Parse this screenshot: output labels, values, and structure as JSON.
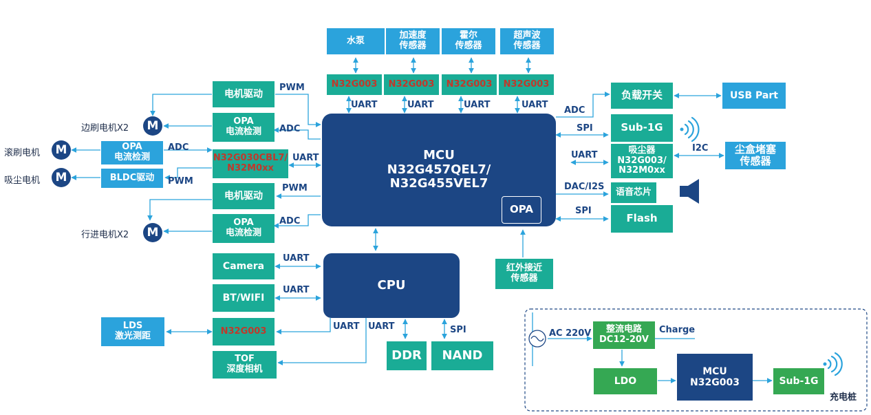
{
  "colors": {
    "sky": "#2ba3dc",
    "teal": "#1aac96",
    "green": "#35a853",
    "navy": "#1c4684",
    "line": "#2ba3dc",
    "chip_text": "#c0392b"
  },
  "sensors": {
    "pump": "水泵",
    "accel_1": "加速度",
    "accel_2": "传感器",
    "hall_1": "霍尔",
    "hall_2": "传感器",
    "ultra_1": "超声波",
    "ultra_2": "传感器"
  },
  "chips": {
    "n1": "N32G003",
    "n2": "N32G003",
    "n3": "N32G003",
    "n4": "N32G003",
    "dual_1": "N32G030CBL7/",
    "dual_2": "N32M0xx",
    "lds": "N32G003"
  },
  "labels": {
    "uart1": "UART",
    "uart2": "UART",
    "uart3": "UART",
    "uart4": "UART",
    "pwm1": "PWM",
    "adc1": "ADC",
    "uart_mid": "UART",
    "pwm_bldc": "PWM",
    "adc_roll": "ADC",
    "pwm2": "PWM",
    "adc2": "ADC",
    "adc_r": "ADC",
    "spi_r": "SPI",
    "uart_r": "UART",
    "dac": "DAC/I2S",
    "spi_flash": "SPI",
    "i2c": "I2C",
    "uart_cam": "UART",
    "uart_bt": "UART",
    "uart_cpu_a": "UART",
    "uart_cpu_b": "UART",
    "spi_nand": "SPI"
  },
  "left": {
    "motor_drive_1": "电机驱动",
    "opa1_1": "OPA",
    "opa1_2": "电流检测",
    "opa_roll_1": "OPA",
    "opa_roll_2": "电流检测",
    "bldc": "BLDC驱动",
    "motor_drive_2": "电机驱动",
    "opa2_1": "OPA",
    "opa2_2": "电流检测"
  },
  "motors": {
    "side_label": "边刷电机X2",
    "roll_label": "滚刷电机",
    "vac_label": "吸尘电机",
    "travel_label": "行进电机X2",
    "symbol": "M"
  },
  "mcu": {
    "title": "MCU",
    "line1": "N32G457QEL7/",
    "line2": "N32G455VEL7",
    "opa": "OPA"
  },
  "right": {
    "load_switch": "负载开关",
    "usb": "USB Part",
    "sub1g": "Sub-1G",
    "vac_1": "吸尘器",
    "vac_2": "N32G003/",
    "vac_3": "N32M0xx",
    "dust_1": "尘盒堵塞",
    "dust_2": "传感器",
    "voice": "语音芯片",
    "flash": "Flash"
  },
  "lower": {
    "camera": "Camera",
    "btwifi": "BT/WIFI",
    "cpu": "CPU",
    "lds_1": "LDS",
    "lds_2": "激光测距",
    "tof_1": "TOF",
    "tof_2": "深度相机",
    "ddr": "DDR",
    "nand": "NAND",
    "ir_1": "红外接近",
    "ir_2": "传感器"
  },
  "charger": {
    "ac": "AC 220V",
    "rect_1": "整流电路",
    "rect_2": "DC12-20V",
    "charge": "Charge",
    "ldo": "LDO",
    "mcu_1": "MCU",
    "mcu_2": "N32G003",
    "sub1g": "Sub-1G",
    "title": "充电桩"
  }
}
